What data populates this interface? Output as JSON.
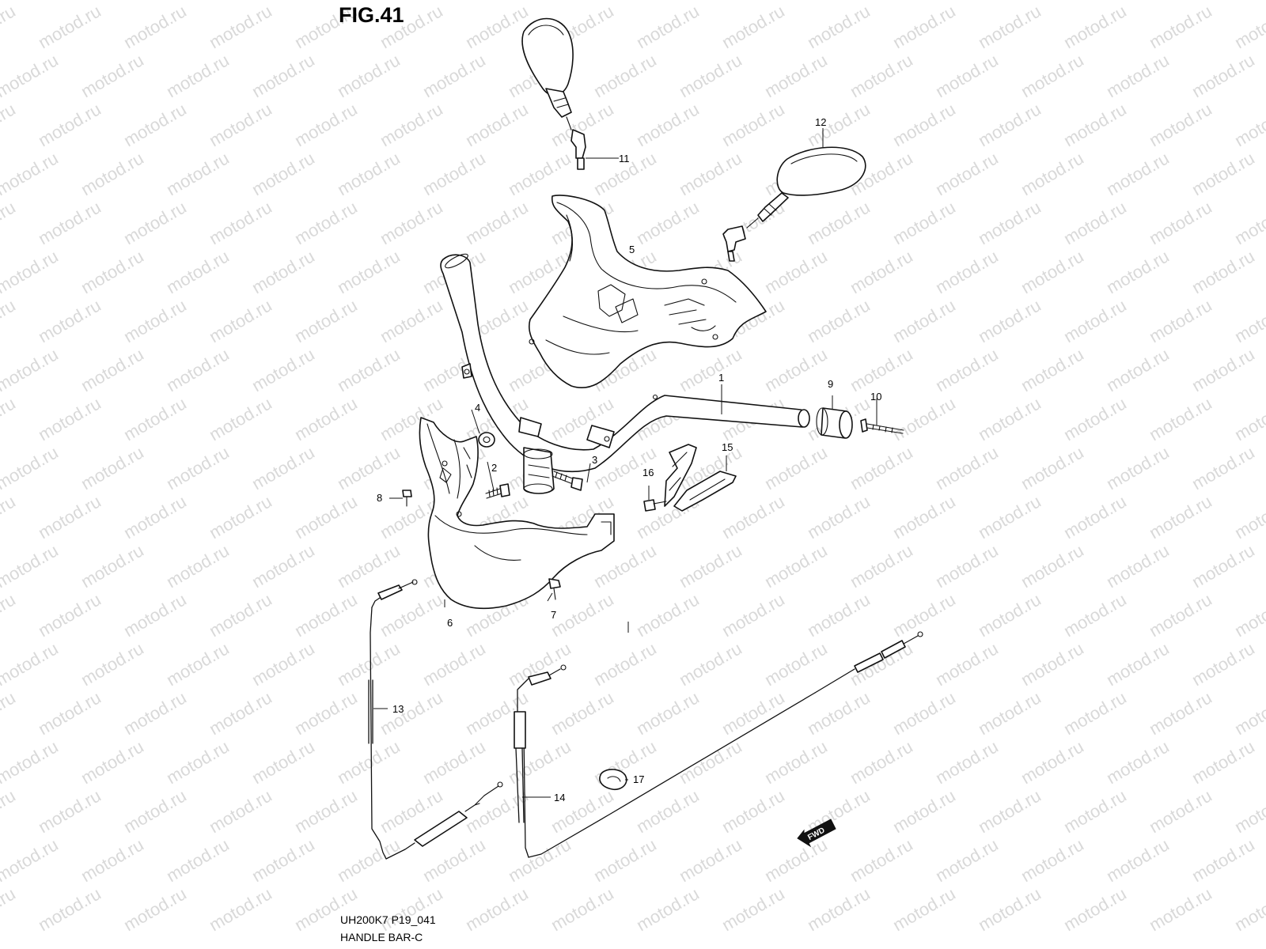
{
  "figure": {
    "title": "FIG.41",
    "code": "UH200K7 P19_041",
    "name": "HANDLE BAR-C"
  },
  "watermark": "motod.ru",
  "fwd_label": "FWD",
  "callouts": [
    "1",
    "2",
    "3",
    "4",
    "5",
    "6",
    "7",
    "8",
    "9",
    "10",
    "11",
    "12",
    "13",
    "14",
    "15",
    "16",
    "17"
  ]
}
